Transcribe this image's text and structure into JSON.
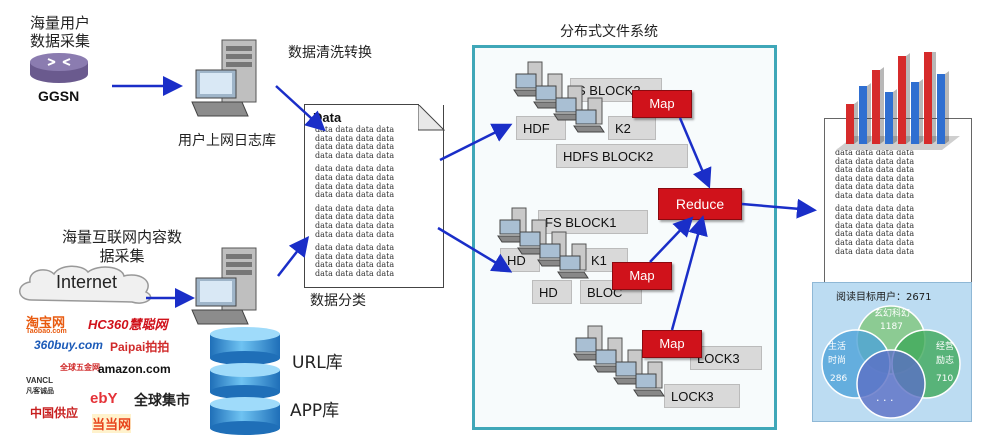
{
  "left": {
    "collect_users": "海量用户\n数据采集",
    "ggsn": "GGSN",
    "collect_content": "海量互联网内容数\n据采集",
    "internet": "Internet"
  },
  "middle": {
    "clean_transform": "数据清洗转换",
    "user_log_db": "用户上网日志库",
    "classify": "数据分类",
    "url_db": "URL库",
    "app_db": "APP库",
    "doc_title": "Data",
    "doc_line": "data data data data"
  },
  "dfs": {
    "title": "分布式文件系统",
    "blocks": [
      "S BLOCK2",
      "HDF",
      "K2",
      "HDFS BLOCK2",
      "FS BLOCK1",
      "HD",
      "K1",
      "HD",
      "BLOC",
      "LOCK3",
      "LOCK3"
    ],
    "map": "Map",
    "reduce": "Reduce"
  },
  "result": {
    "doc_line": "data data data data",
    "venn_title": "阅读目标用户：2671",
    "circles": [
      {
        "label": "玄幻科幻",
        "value": "1187"
      },
      {
        "label": "生活\n时尚",
        "value": "286"
      },
      {
        "label": "经营\n励志",
        "value": "710"
      },
      {
        "label": "· · ·",
        "value": ""
      }
    ]
  },
  "logos": [
    "淘宝网",
    "Taobao.com",
    "HC360慧聪网",
    "360buy.com",
    "Paipai拍拍",
    "amazon.com",
    "VANCL",
    "凡客诚品",
    "ebY",
    "全球集市",
    "中国供应",
    "当当网",
    "全球五金网"
  ],
  "colors": {
    "arrow": "#1a2ec8",
    "red": "#d0121b",
    "panel_border": "#3fa7b8",
    "db": "#2a8fd6"
  }
}
